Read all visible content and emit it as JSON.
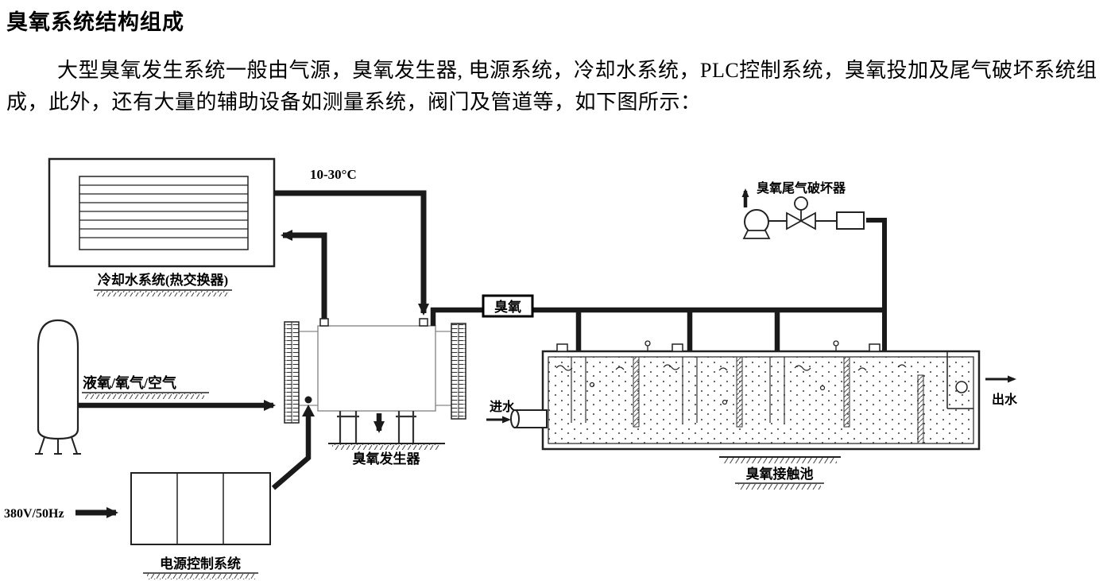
{
  "page": {
    "title": "臭氧系统结构组成",
    "paragraph": "大型臭氧发生系统一般由气源，臭氧发生器, 电源系统，冷却水系统，PLC控制系统，臭氧投加及尾气破坏系统组成，此外，还有大量的辅助设备如测量系统，阀门及管道等，如下图所示："
  },
  "diagram": {
    "cooling_system_label": "冷却水系统(热交换器)",
    "water_temp_label": "10-30°C",
    "gas_source_label": "液氧/氧气/空气",
    "ozone_generator_label": "臭氧发生器",
    "power_system_label": "电源控制系统",
    "power_input_label": "380V/50Hz",
    "ozone_pipe_label": "臭氧",
    "tail_gas_destructor_label": "臭氧尾气破坏器",
    "water_inlet_label": "进水",
    "water_outlet_label": "出水",
    "contact_tank_label": "臭氧接触池"
  },
  "colors": {
    "line": "#1a1a1a",
    "text": "#000000",
    "background": "#ffffff"
  }
}
